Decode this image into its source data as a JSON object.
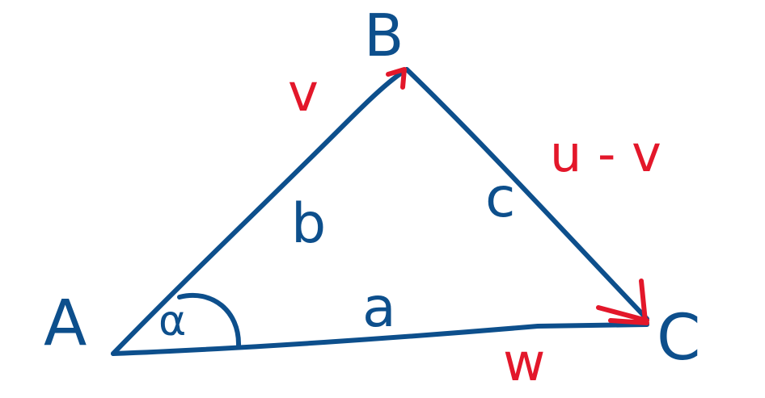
{
  "colors": {
    "triangle": "#0d4f8c",
    "vectors": "#e3172a",
    "background": "#ffffff"
  },
  "vertices": {
    "a": "A",
    "b": "B",
    "c": "C"
  },
  "sides": {
    "ab": "b",
    "bc": "c",
    "ac": "a"
  },
  "angle": {
    "at_a": "α"
  },
  "vectors": {
    "ab": "v",
    "bc": "u - v",
    "ac": "w"
  }
}
